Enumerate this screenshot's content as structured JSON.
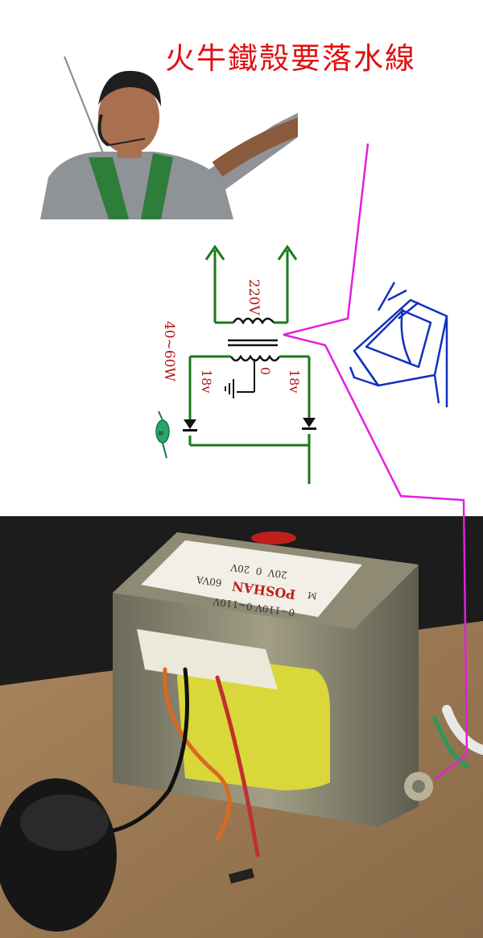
{
  "title": "火牛鐵殼要落水線",
  "schematic": {
    "primary_voltage": "220V",
    "power_rating": "40~60W",
    "secondary_left": "18v",
    "secondary_center": "0",
    "secondary_right": "18v"
  },
  "nameplate": {
    "brand": "POSHAN",
    "rating": "60VA",
    "mark": "M",
    "primary_label": "0~110V 0~110V",
    "secondary_label": "20V  0  20V"
  },
  "colors": {
    "title": "#e01010",
    "circuit": "#1a7a1a",
    "ground_wire": "#e020e0",
    "sketch": "#1030c0",
    "labels": "#b01818"
  }
}
